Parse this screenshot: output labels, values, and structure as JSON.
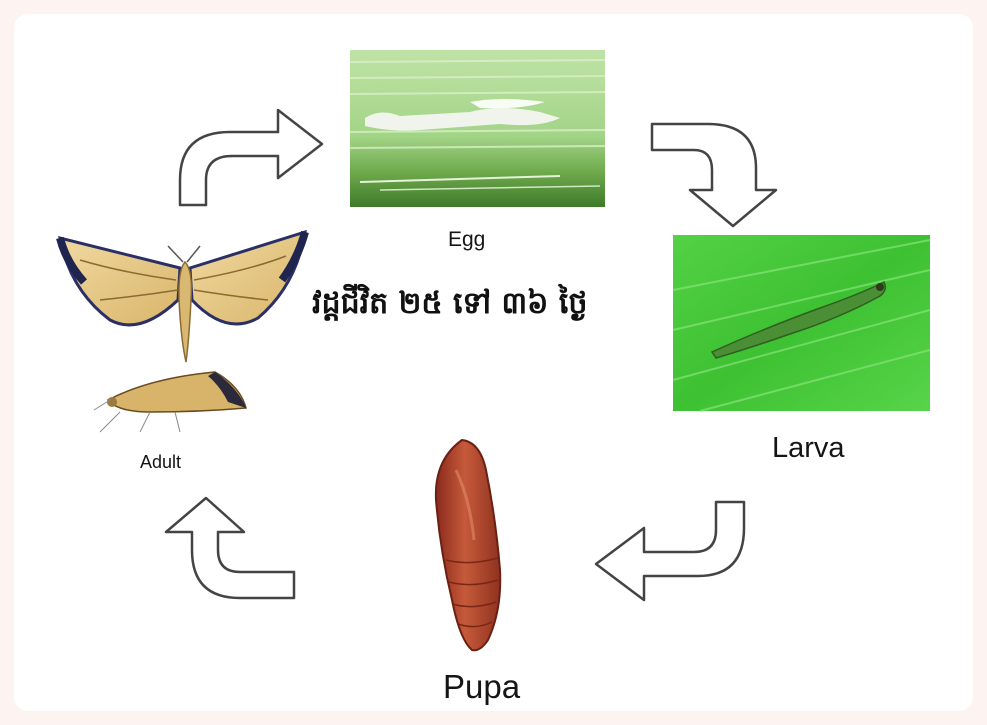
{
  "diagram": {
    "stages": [
      {
        "label": "Egg"
      },
      {
        "label": "Larva"
      },
      {
        "label": "Pupa"
      },
      {
        "label": "Adult"
      }
    ],
    "cycle_text": "វដ្តជីវិត ២៥ ទៅ ៣៦ ថ្ងៃ"
  },
  "colors": {
    "background": "#fdf3f1",
    "panel": "#ffffff",
    "arrow_fill": "#ffffff",
    "arrow_outline": "#444444",
    "leaf_green": "#43c736",
    "pupa_brown": "#b8452c"
  },
  "icons": [
    "curved-arrow-icon",
    "egg-image",
    "larva-image",
    "pupa-image",
    "moth-image"
  ]
}
